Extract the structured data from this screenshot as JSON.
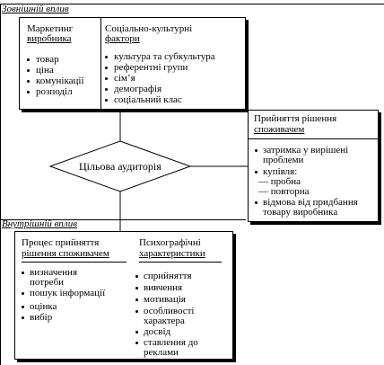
{
  "external": {
    "title": "Зовнішній вплив",
    "marketing": {
      "title_line1": "Маркетинг",
      "title_line2": "виробника",
      "items": [
        "товар",
        "ціна",
        "комунікації",
        "розподіл"
      ]
    },
    "sociocultural": {
      "title_line1": "Соціально-культурні",
      "title_line2": "фактори",
      "items": [
        "культура та субкультура",
        "референтні групи",
        "сім’я",
        "демографія",
        "соціальний клас"
      ]
    }
  },
  "target": {
    "label": "Цільова аудиторія"
  },
  "decision": {
    "title_line1": "Прийняття рішення",
    "title_line2": "споживачем",
    "item1_line1": "затримка у вирішені",
    "item1_line2": "проблеми",
    "item2": "купівля:",
    "sub1": "— пробна",
    "sub2": "— повторна",
    "item3_line1": "відмова від придбання",
    "item3_line2": "товару виробника"
  },
  "internal": {
    "title": "Внутрішній вплив",
    "process": {
      "title_line1": "Процес прийняття",
      "title_line2": "рішення споживачем",
      "items": [
        [
          "визначення",
          "потреби"
        ],
        [
          "пошук інформації"
        ],
        [
          "оцінка"
        ],
        [
          "вибір"
        ]
      ]
    },
    "psycho": {
      "title_line1": "Психографічні",
      "title_line2": "характеристики",
      "items": [
        [
          "сприйняття"
        ],
        [
          "вивчення"
        ],
        [
          "мотивація"
        ],
        [
          "особливості",
          "характера"
        ],
        [
          "досвід"
        ],
        [
          "ставлення до",
          "реклами"
        ]
      ]
    }
  }
}
